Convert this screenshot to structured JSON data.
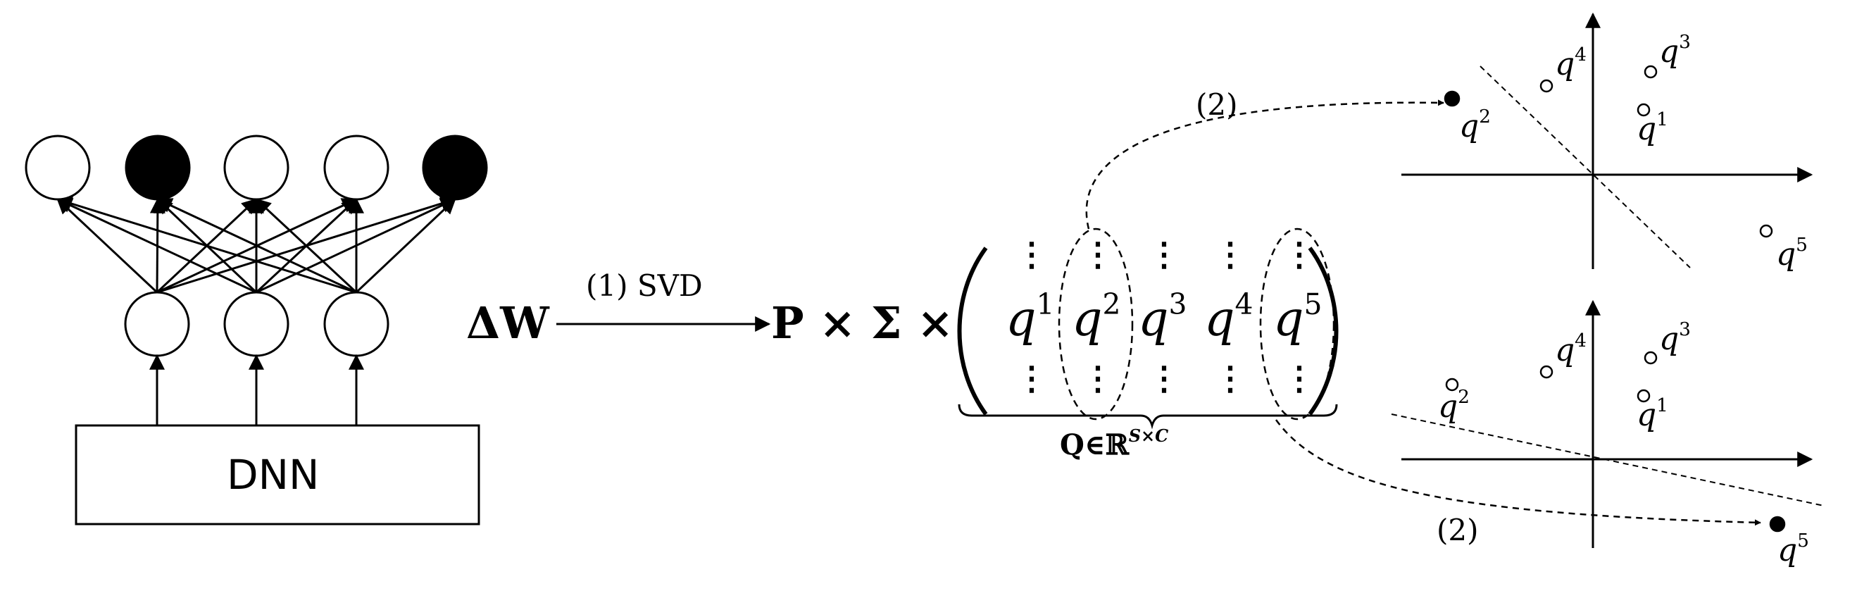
{
  "network": {
    "output_nodes": [
      {
        "filled": false
      },
      {
        "filled": true
      },
      {
        "filled": false
      },
      {
        "filled": false
      },
      {
        "filled": true
      }
    ],
    "hidden_count": 3,
    "box_label": "DNN"
  },
  "equation": {
    "delta_w": "ΔW",
    "step1_label": "(1) SVD",
    "product": "P × Σ ×",
    "matrix_columns": [
      {
        "base": "q",
        "sup": "1",
        "circled": false
      },
      {
        "base": "q",
        "sup": "2",
        "circled": true
      },
      {
        "base": "q",
        "sup": "3",
        "circled": false
      },
      {
        "base": "q",
        "sup": "4",
        "circled": false
      },
      {
        "base": "q",
        "sup": "5",
        "circled": true
      }
    ],
    "vdots": "⋮",
    "underbrace_label": "Q∈ℝ",
    "underbrace_sup": "S×C"
  },
  "plots": {
    "step2_label": "(2)",
    "top": {
      "points": [
        {
          "base": "q",
          "sup": "4",
          "filled": false
        },
        {
          "base": "q",
          "sup": "3",
          "filled": false
        },
        {
          "base": "q",
          "sup": "1",
          "filled": false
        },
        {
          "base": "q",
          "sup": "2",
          "filled": true
        },
        {
          "base": "q",
          "sup": "5",
          "filled": false
        }
      ]
    },
    "bottom": {
      "points": [
        {
          "base": "q",
          "sup": "2",
          "filled": false
        },
        {
          "base": "q",
          "sup": "4",
          "filled": false
        },
        {
          "base": "q",
          "sup": "3",
          "filled": false
        },
        {
          "base": "q",
          "sup": "1",
          "filled": false
        },
        {
          "base": "q",
          "sup": "5",
          "filled": true
        }
      ]
    }
  }
}
